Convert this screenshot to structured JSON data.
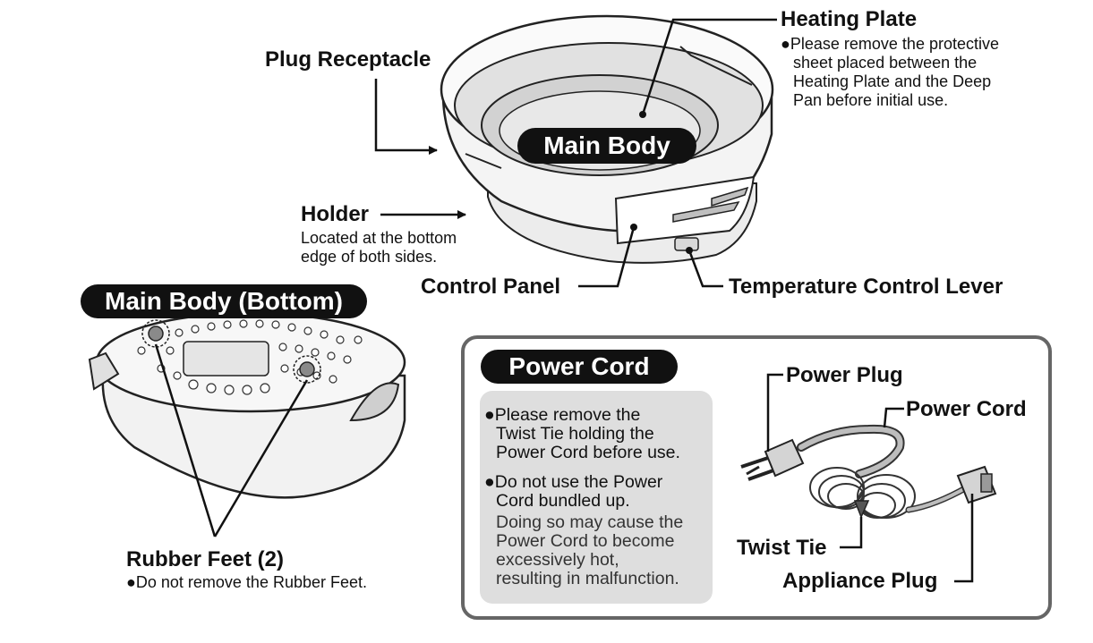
{
  "main_body": {
    "title": "Main Body",
    "labels": {
      "heating_plate": "Heating Plate",
      "plug_receptacle": "Plug Receptacle",
      "holder": "Holder",
      "control_panel": "Control Panel",
      "temperature_control_lever": "Temperature Control Lever"
    },
    "heating_plate_note": [
      "●Please remove the protective",
      "sheet placed between the",
      "Heating Plate and the Deep",
      "Pan before initial use."
    ],
    "holder_note": [
      "Located at the bottom",
      "edge of both sides."
    ]
  },
  "bottom": {
    "title": "Main Body (Bottom)",
    "rubber_feet_label": "Rubber Feet (2)",
    "rubber_feet_note": "●Do not remove the Rubber Feet."
  },
  "power_cord": {
    "title": "Power Cord",
    "notes": {
      "n1": [
        "●Please remove the",
        "Twist Tie holding the",
        "Power Cord before use."
      ],
      "n2": [
        "●Do not use the Power",
        "Cord bundled up."
      ],
      "n3": [
        "Doing so may cause the",
        "Power Cord to become",
        "excessively hot,",
        "resulting in malfunction."
      ]
    },
    "labels": {
      "power_plug": "Power Plug",
      "power_cord": "Power Cord",
      "twist_tie": "Twist Tie",
      "appliance_plug": "Appliance Plug"
    }
  }
}
